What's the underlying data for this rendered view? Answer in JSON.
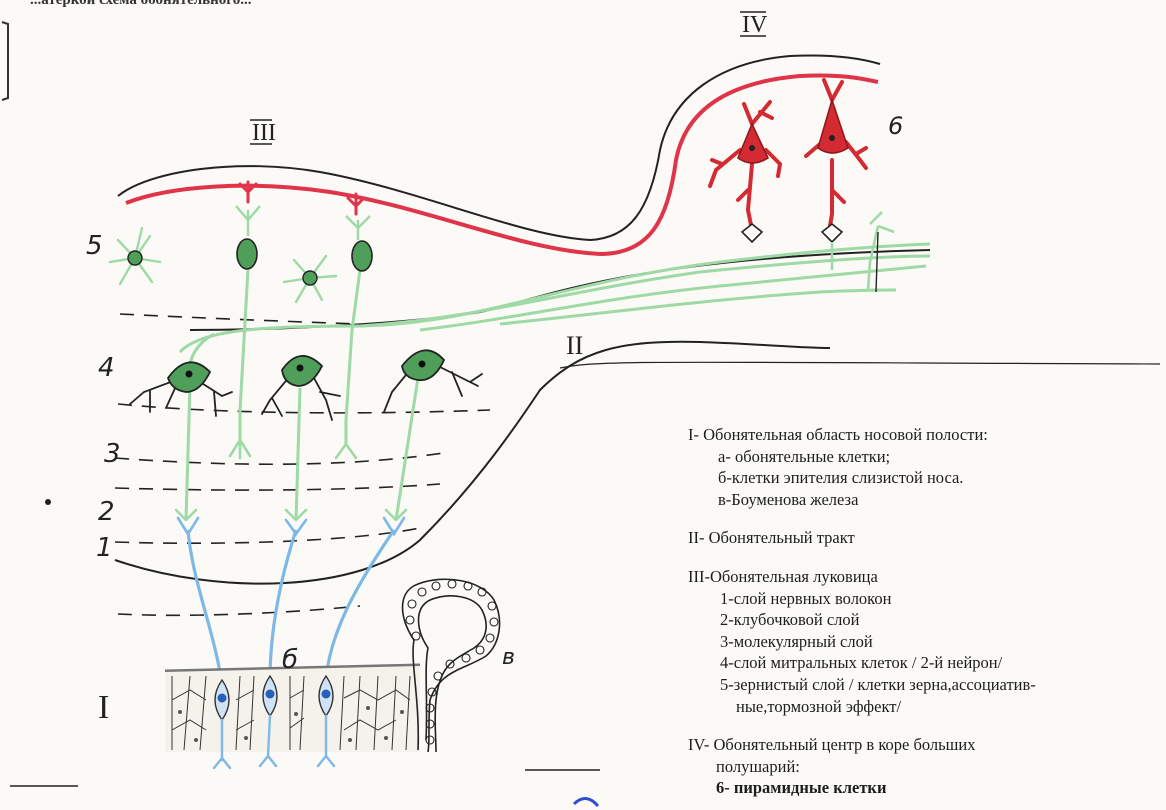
{
  "top_caption": "...атеркой схема обонятельного...",
  "labels": {
    "roman_1": "I",
    "roman_2": "II",
    "roman_3": "III",
    "roman_4": "IV",
    "layer_1": "1",
    "layer_2": "2",
    "layer_3": "3",
    "layer_4": "4",
    "layer_5": "5",
    "cell_b": "б",
    "cell_v": "в",
    "cell_6": "6"
  },
  "legend": {
    "s1_title": "I- Обонятельная область носовой полости:",
    "s1_a": "а- обонятельные клетки;",
    "s1_b": "б-клетки эпителия слизистой носа.",
    "s1_v": "в-Боуменова железа",
    "s2_title": "II- Обонятельный тракт",
    "s3_title": "III-Обонятельная луковица",
    "s3_1": "1-слой нервных волокон",
    "s3_2": "2-клубочковой слой",
    "s3_3": "3-молекулярный слой",
    "s3_4": "4-слой митральных клеток / 2-й нейрон/",
    "s3_5a": "5-зернистый слой / клетки зерна,ассоциатив-",
    "s3_5b": "ные,тормозной эффект/",
    "s4_title": "IV- Обонятельный центр в коре больших",
    "s4_title2": "полушарий:",
    "s4_6": "6- пирамидные клетки"
  },
  "colors": {
    "ink": "#222222",
    "membrane": "#e0344a",
    "pyramidal": "#d42a32",
    "tract": "#9ed9a6",
    "mitral_fill": "#4f9f5a",
    "receptor": "#7db8e6",
    "receptor_nucleus": "#2a5fb8"
  }
}
